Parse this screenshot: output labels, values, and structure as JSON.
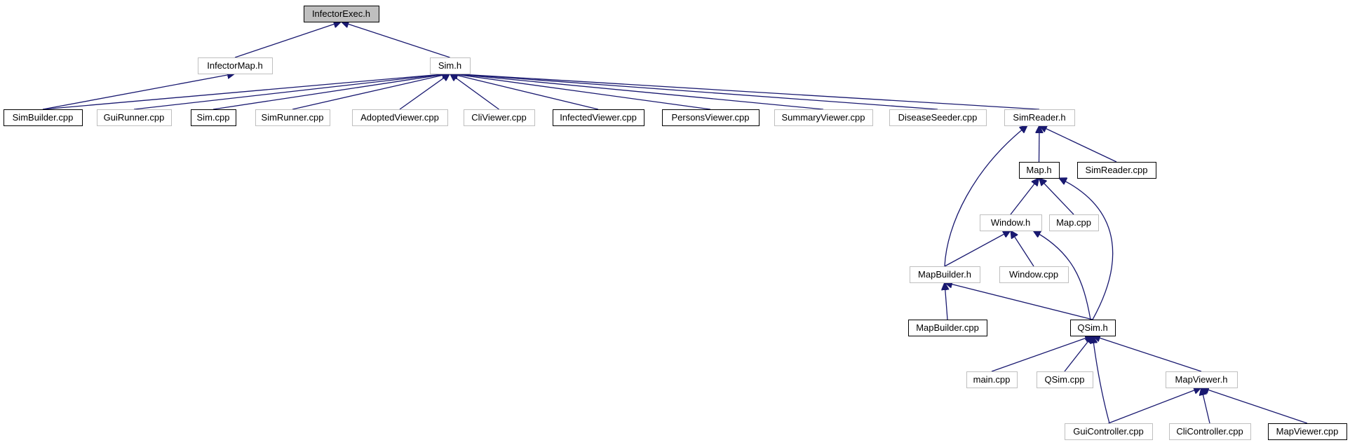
{
  "diagram": {
    "title": "",
    "nodes": [
      {
        "id": "infector_exec",
        "label": "InfectorExec.h",
        "style": "root"
      },
      {
        "id": "infector_map",
        "label": "InfectorMap.h",
        "style": "dim"
      },
      {
        "id": "sim_h",
        "label": "Sim.h",
        "style": "dim"
      },
      {
        "id": "sim_builder",
        "label": "SimBuilder.cpp",
        "style": "solid"
      },
      {
        "id": "gui_runner",
        "label": "GuiRunner.cpp",
        "style": "dim"
      },
      {
        "id": "sim_cpp",
        "label": "Sim.cpp",
        "style": "solid"
      },
      {
        "id": "sim_runner",
        "label": "SimRunner.cpp",
        "style": "dim"
      },
      {
        "id": "adopted_viewer",
        "label": "AdoptedViewer.cpp",
        "style": "dim"
      },
      {
        "id": "cli_viewer",
        "label": "CliViewer.cpp",
        "style": "dim"
      },
      {
        "id": "infected_viewer",
        "label": "InfectedViewer.cpp",
        "style": "solid"
      },
      {
        "id": "persons_viewer",
        "label": "PersonsViewer.cpp",
        "style": "solid"
      },
      {
        "id": "summary_viewer",
        "label": "SummaryViewer.cpp",
        "style": "dim"
      },
      {
        "id": "disease_seeder",
        "label": "DiseaseSeeder.cpp",
        "style": "dim"
      },
      {
        "id": "sim_reader_h",
        "label": "SimReader.h",
        "style": "dim"
      },
      {
        "id": "map_h",
        "label": "Map.h",
        "style": "solid"
      },
      {
        "id": "sim_reader_cpp",
        "label": "SimReader.cpp",
        "style": "solid"
      },
      {
        "id": "window_h",
        "label": "Window.h",
        "style": "dim"
      },
      {
        "id": "map_cpp",
        "label": "Map.cpp",
        "style": "dim"
      },
      {
        "id": "map_builder_h",
        "label": "MapBuilder.h",
        "style": "dim"
      },
      {
        "id": "window_cpp",
        "label": "Window.cpp",
        "style": "dim"
      },
      {
        "id": "map_builder_cpp",
        "label": "MapBuilder.cpp",
        "style": "solid"
      },
      {
        "id": "qsim_h",
        "label": "QSim.h",
        "style": "solid"
      },
      {
        "id": "main_cpp",
        "label": "main.cpp",
        "style": "dim"
      },
      {
        "id": "qsim_cpp",
        "label": "QSim.cpp",
        "style": "dim"
      },
      {
        "id": "map_viewer_h",
        "label": "MapViewer.h",
        "style": "dim"
      },
      {
        "id": "gui_controller",
        "label": "GuiController.cpp",
        "style": "dim"
      },
      {
        "id": "cli_controller",
        "label": "CliController.cpp",
        "style": "dim"
      },
      {
        "id": "map_viewer_cpp",
        "label": "MapViewer.cpp",
        "style": "solid"
      }
    ],
    "edges": [
      {
        "from": "infector_map",
        "to": "infector_exec"
      },
      {
        "from": "sim_h",
        "to": "infector_exec"
      },
      {
        "from": "sim_builder",
        "to": "infector_map"
      },
      {
        "from": "sim_builder",
        "to": "sim_h"
      },
      {
        "from": "gui_runner",
        "to": "sim_h"
      },
      {
        "from": "sim_cpp",
        "to": "sim_h"
      },
      {
        "from": "sim_runner",
        "to": "sim_h"
      },
      {
        "from": "adopted_viewer",
        "to": "sim_h"
      },
      {
        "from": "cli_viewer",
        "to": "sim_h"
      },
      {
        "from": "infected_viewer",
        "to": "sim_h"
      },
      {
        "from": "persons_viewer",
        "to": "sim_h"
      },
      {
        "from": "summary_viewer",
        "to": "sim_h"
      },
      {
        "from": "disease_seeder",
        "to": "sim_h"
      },
      {
        "from": "sim_reader_h",
        "to": "sim_h"
      },
      {
        "from": "map_h",
        "to": "sim_reader_h"
      },
      {
        "from": "sim_reader_cpp",
        "to": "sim_reader_h"
      },
      {
        "from": "map_builder_h",
        "to": "sim_reader_h"
      },
      {
        "from": "window_h",
        "to": "map_h"
      },
      {
        "from": "map_cpp",
        "to": "map_h"
      },
      {
        "from": "qsim_h",
        "to": "map_h"
      },
      {
        "from": "map_builder_h",
        "to": "window_h"
      },
      {
        "from": "window_cpp",
        "to": "window_h"
      },
      {
        "from": "qsim_h",
        "to": "window_h"
      },
      {
        "from": "map_builder_cpp",
        "to": "map_builder_h"
      },
      {
        "from": "qsim_h",
        "to": "map_builder_h"
      },
      {
        "from": "main_cpp",
        "to": "qsim_h"
      },
      {
        "from": "qsim_cpp",
        "to": "qsim_h"
      },
      {
        "from": "map_viewer_h",
        "to": "qsim_h"
      },
      {
        "from": "gui_controller",
        "to": "qsim_h"
      },
      {
        "from": "gui_controller",
        "to": "map_viewer_h"
      },
      {
        "from": "cli_controller",
        "to": "map_viewer_h"
      },
      {
        "from": "map_viewer_cpp",
        "to": "map_viewer_h"
      }
    ]
  }
}
